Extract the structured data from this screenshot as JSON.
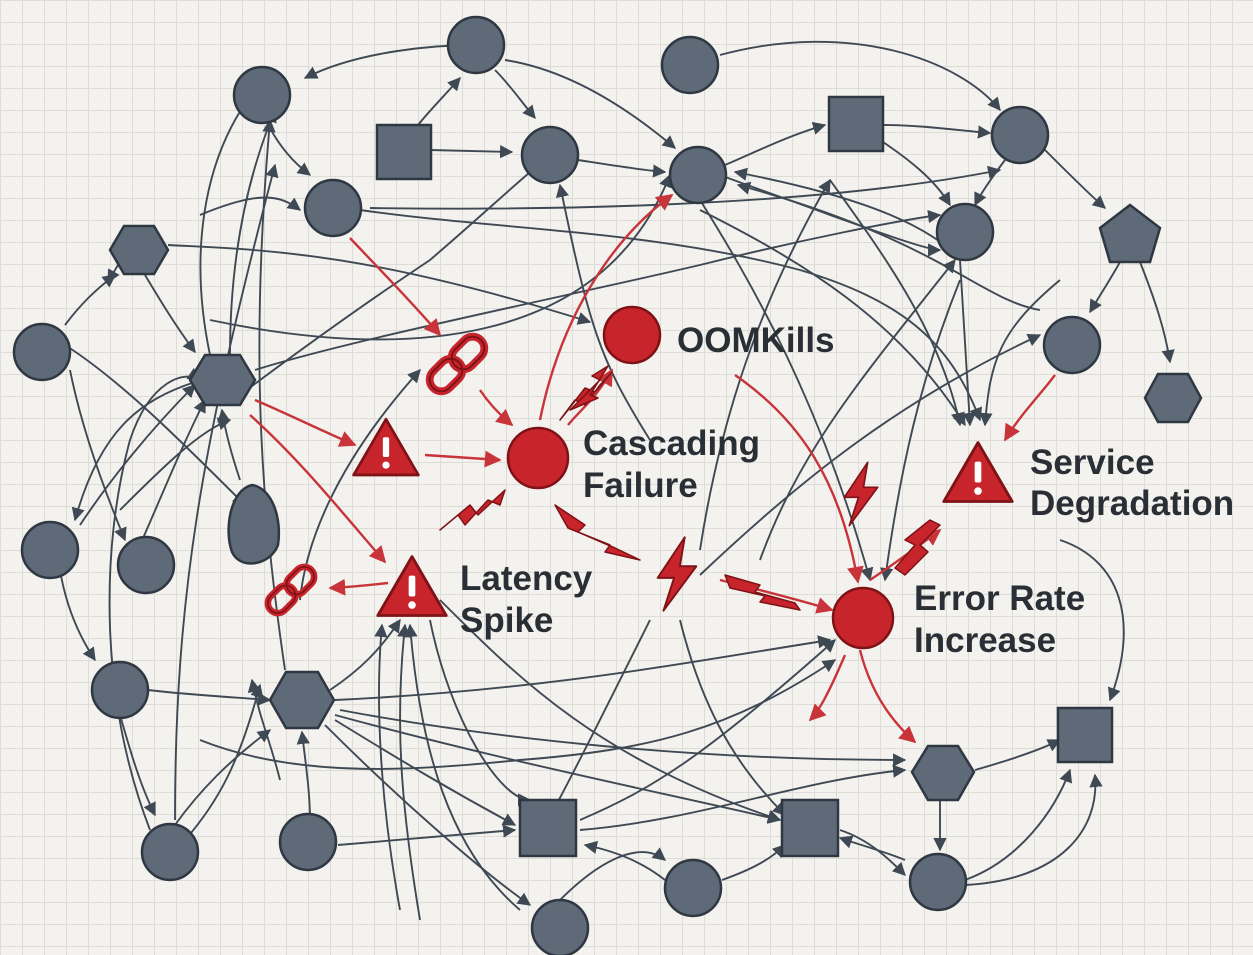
{
  "labels": {
    "oom": "OOMKills",
    "cascade": [
      "Cascading",
      "Failure"
    ],
    "latency": [
      "Latency",
      "Spike"
    ],
    "degrade": [
      "Service",
      "Degradation"
    ],
    "error": [
      "Error Rate",
      "Increase"
    ]
  },
  "colors": {
    "node": "#5e6a77",
    "node_outline": "#2f3842",
    "edge": "#3f4954",
    "failure": "#c8242b",
    "failure_edge": "#c8343a",
    "grid": "#dedcd6",
    "background": "#f3f2ee"
  },
  "icons": {
    "warning": "warning-icon",
    "broken_link": "broken-link-icon",
    "lightning": "lightning-icon"
  }
}
